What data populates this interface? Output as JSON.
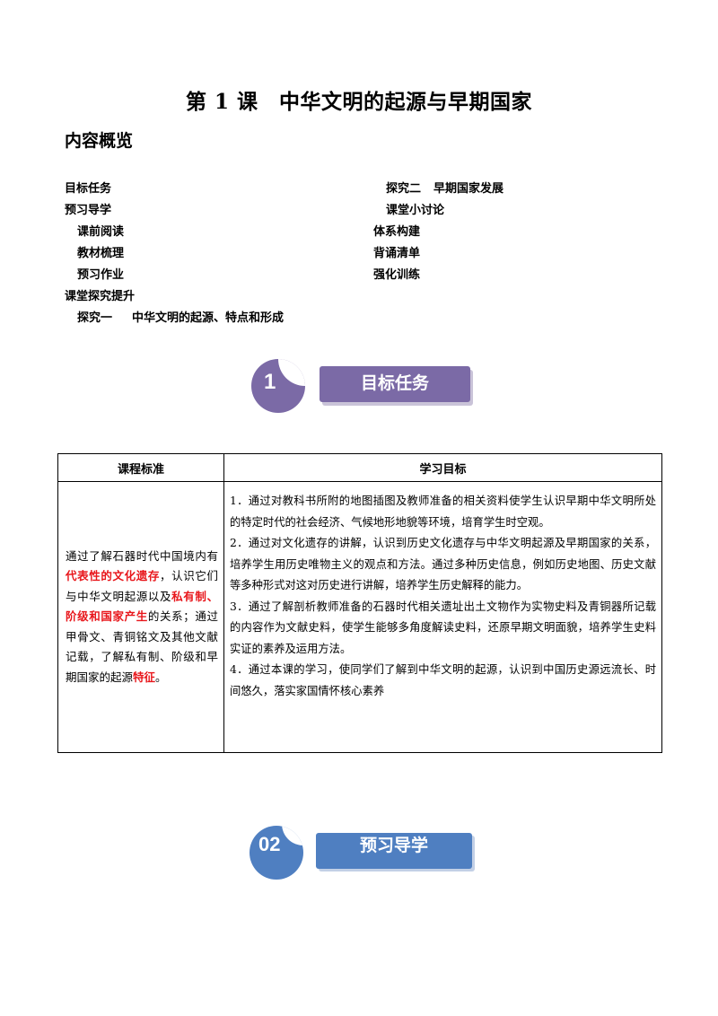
{
  "title": "第 1 课　中华文明的起源与早期国家",
  "overview_heading": "内容概览",
  "toc": {
    "left": [
      "目标任务",
      "预习导学",
      "课前阅读",
      "教材梳理",
      "预习作业",
      "课堂探究提升",
      "探究一",
      "中华文明的起源、特点和形成"
    ],
    "right": [
      "探究二",
      "早期国家发展",
      "课堂小讨论",
      "体系构建",
      "背诵清单",
      "强化训练"
    ]
  },
  "banner1": {
    "number": "1",
    "label": "目标任务",
    "circle_color": "#7b6aa6",
    "bar_color": "#7b6aa6"
  },
  "banner2": {
    "number": "02",
    "label": "预习导学",
    "circle_color": "#4f7fc1",
    "bar_color": "#4f7fc1"
  },
  "table": {
    "headers": [
      "课程标准",
      "学习目标"
    ],
    "standard": {
      "p1": "通过了解石器时代中国境内有",
      "r1": "代表性的文化遗存",
      "p2": "，认识它们与中华文明起源以及",
      "r2": "私有制、阶级和国家产生",
      "p3": "的关系；通过甲骨文、青铜铭文及其他文献记载，了解私有制、阶级和早期国家的起源",
      "r3": "特征",
      "p4": "。"
    },
    "objectives": [
      "1．通过对教科书所附的地图插图及教师准备的相关资料使学生认识早期中华文明所处的特定时代的社会经济、气候地形地貌等环境，培育学生时空观。",
      "2．通过对文化遗存的讲解，认识到历史文化遗存与中华文明起源及早期国家的关系，培养学生用历史唯物主义的观点和方法。通过多种历史信息，例如历史地图、历史文献等多种形式对这对历史进行讲解，培养学生历史解释的能力。",
      "3．通过了解剖析教师准备的石器时代相关遗址出土文物作为实物史料及青铜器所记载的内容作为文献史料，使学生能够多角度解读史料，还原早期文明面貌，培养学生史料实证的素养及运用方法。",
      "4．通过本课的学习，使同学们了解到中华文明的起源，认识到中国历史源远流长、时间悠久，落实家国情怀核心素养"
    ]
  }
}
